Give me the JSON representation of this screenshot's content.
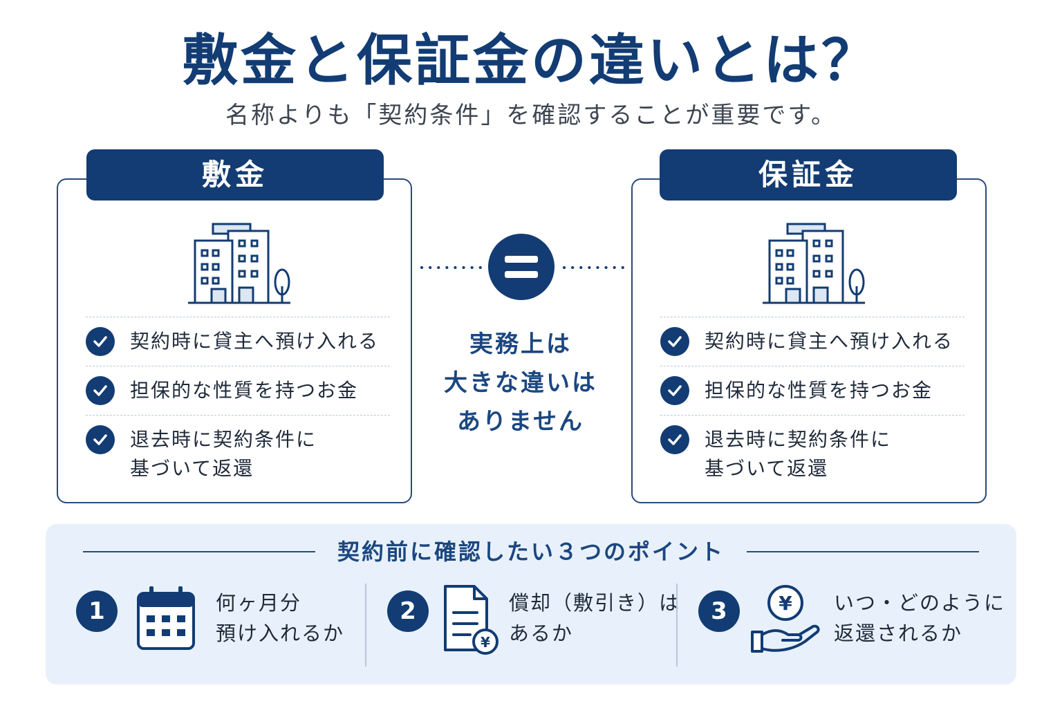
{
  "title": "敷金と保証金の違いとは？",
  "subtitle": "名称よりも「契約条件」を確認することが重要です。",
  "cards": [
    {
      "heading": "敷金",
      "items": [
        {
          "lines": [
            "契約時に貸主へ預け入れる"
          ]
        },
        {
          "lines": [
            "担保的な性質を持つお金"
          ]
        },
        {
          "lines": [
            "退去時に契約条件に",
            "基づいて返還"
          ]
        }
      ]
    },
    {
      "heading": "保証金",
      "items": [
        {
          "lines": [
            "契約時に貸主へ預け入れる"
          ]
        },
        {
          "lines": [
            "担保的な性質を持つお金"
          ]
        },
        {
          "lines": [
            "退去時に契約条件に",
            "基づいて返還"
          ]
        }
      ]
    }
  ],
  "middle": {
    "lines": [
      "実務上は",
      "大きな違いは",
      "ありません"
    ]
  },
  "bottom": {
    "title": "契約前に確認したい３つのポイント",
    "points": [
      {
        "number": "1",
        "icon": "calendar-icon",
        "lines": [
          "何ヶ月分",
          "預け入れるか"
        ]
      },
      {
        "number": "2",
        "icon": "document-yen-icon",
        "lines": [
          "償却（敷引き）は",
          "あるか"
        ]
      },
      {
        "number": "3",
        "icon": "hand-yen-coin-icon",
        "lines": [
          "いつ・どのように",
          "返還されるか"
        ],
        "coin_symbol": "¥"
      }
    ]
  },
  "icons": {
    "building": "building-icon",
    "check": "check-circle-icon",
    "equal": "equal-icon"
  },
  "colors": {
    "navy": "#123c73",
    "text": "#1f2a3a",
    "panel": "#e8f1fb"
  }
}
